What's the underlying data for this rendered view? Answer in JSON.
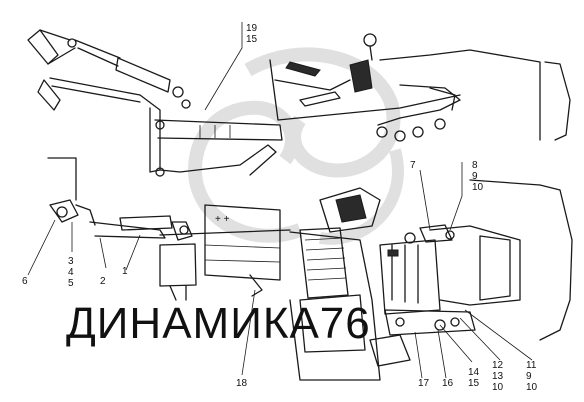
{
  "watermark": {
    "text": "ДИНАМИКА76",
    "color": "#bdbdbd"
  },
  "callouts": {
    "c19_15": [
      "19",
      "15"
    ],
    "c7": "7",
    "c8_9_10": [
      "8",
      "9",
      "10"
    ],
    "c6": "6",
    "c3_4_5": [
      "3",
      "4",
      "5"
    ],
    "c2": "2",
    "c1": "1",
    "c18": "18",
    "c17": "17",
    "c16": "16",
    "c14_15": [
      "14",
      "15"
    ],
    "c12_13_10": [
      "12",
      "13",
      "10"
    ],
    "c11_9_10": [
      "11",
      "9",
      "10"
    ]
  },
  "colors": {
    "ink": "#1a1a1a",
    "background": "#ffffff"
  }
}
